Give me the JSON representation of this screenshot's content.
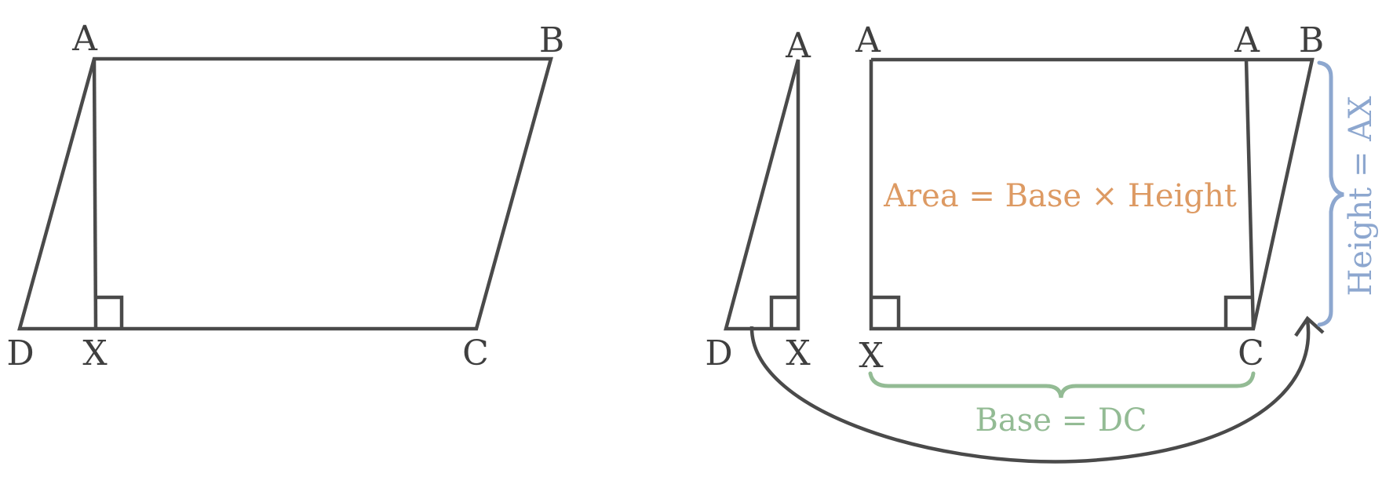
{
  "left_figure": {
    "points": {
      "A": "A",
      "B": "B",
      "C": "C",
      "D": "D",
      "X": "X"
    }
  },
  "right_figure": {
    "points": {
      "triangle_A": "A",
      "triangle_D": "D",
      "triangle_X": "X",
      "rect_A_left": "A",
      "rect_A_right": "A",
      "rect_B": "B",
      "rect_X": "X",
      "rect_C": "C"
    },
    "formula": "Area = Base × Height",
    "base_label": "Base = DC",
    "height_label": "Height = AX"
  },
  "colors": {
    "outline": "#4a4a4a",
    "formula": "#dd9a63",
    "base": "#93bb94",
    "height": "#8da7cf"
  }
}
